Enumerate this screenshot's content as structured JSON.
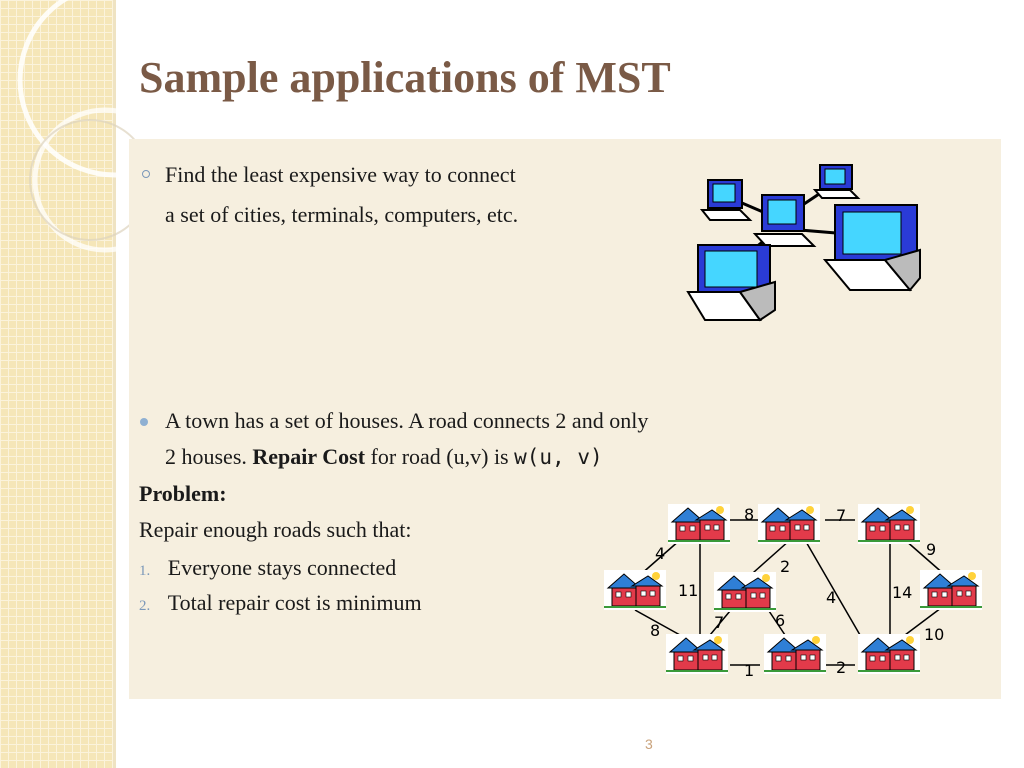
{
  "slide": {
    "title": "Sample applications of MST",
    "page_number": "3"
  },
  "bullet1": {
    "line1": "Find the least expensive way to connect",
    "line2": "a set of cities, terminals, computers, etc."
  },
  "bullet2": {
    "line1": "A town has a set of houses. A road connects 2 and only",
    "line2_prefix": "2 houses. ",
    "line2_bold": "Repair Cost",
    "line2_mid": " for road (u,v) is ",
    "line2_code": "w(u, v)"
  },
  "problem": {
    "heading": "Problem:",
    "intro": "Repair enough roads such that:",
    "items": [
      {
        "num": "1.",
        "text": "Everyone stays connected"
      },
      {
        "num": "2.",
        "text": "Total repair cost is minimum"
      }
    ]
  },
  "graph": {
    "edge_weights": [
      "8",
      "7",
      "4",
      "2",
      "9",
      "11",
      "14",
      "4",
      "7",
      "6",
      "8",
      "10",
      "1",
      "2"
    ]
  },
  "icons": {
    "computer_network": "computer-network-icon",
    "house": "house-icon"
  },
  "colors": {
    "title": "#7a5a46",
    "panel": "#f6efdf",
    "strip": "#f5e6b8",
    "bullet_accent": "#7b98b9"
  }
}
